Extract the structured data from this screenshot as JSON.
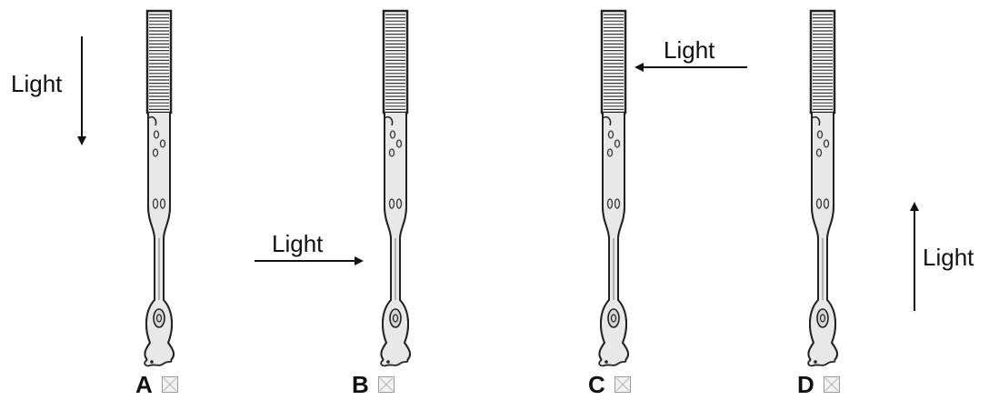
{
  "diagram": {
    "light_label": "Light",
    "options": [
      {
        "letter": "A"
      },
      {
        "letter": "B"
      },
      {
        "letter": "C"
      },
      {
        "letter": "D"
      }
    ]
  }
}
